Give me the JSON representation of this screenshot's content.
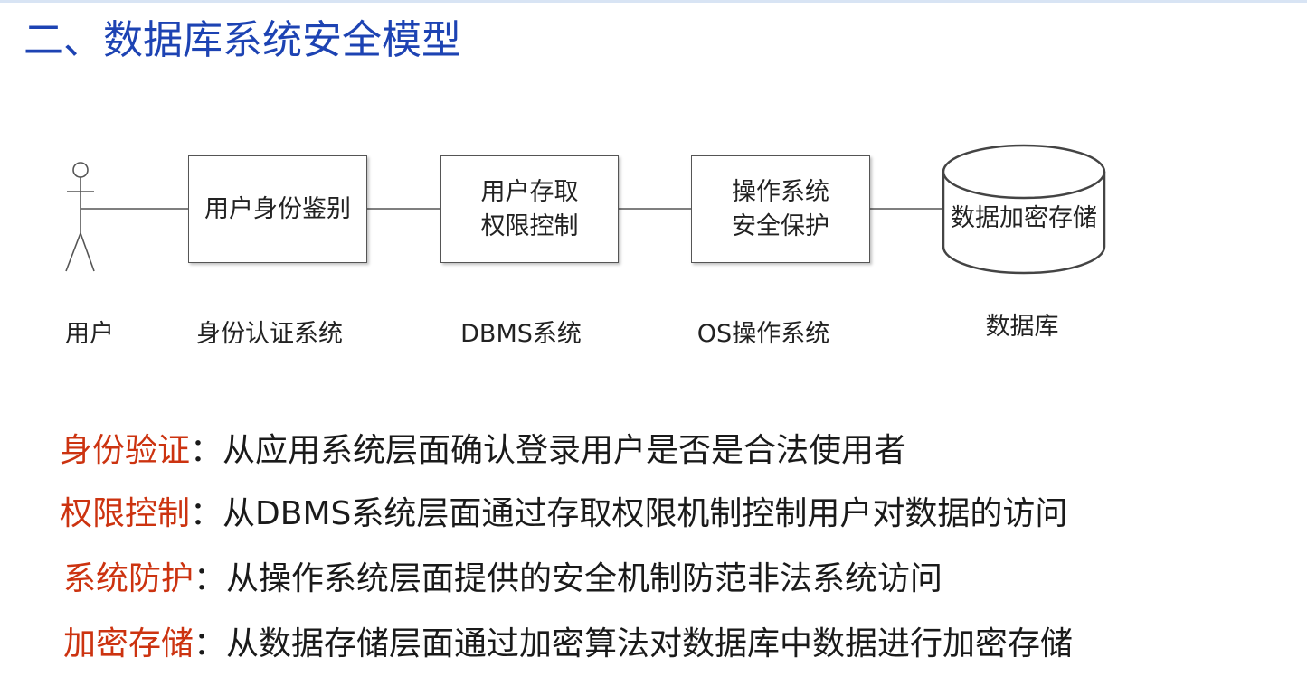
{
  "title": "二、数据库系统安全模型",
  "diagram": {
    "boxes": [
      {
        "lines": [
          "用户身份鉴别"
        ]
      },
      {
        "lines": [
          "用户存取",
          "权限控制"
        ]
      },
      {
        "lines": [
          "操作系统",
          "安全保护"
        ]
      }
    ],
    "database_label": "数据加密存储",
    "captions": [
      "用户",
      "身份认证系统",
      "DBMS系统",
      "OS操作系统",
      "数据库"
    ]
  },
  "descriptions": [
    {
      "term": "身份验证",
      "sep": "：",
      "text": "从应用系统层面确认登录用户是否是合法使用者"
    },
    {
      "term": "权限控制",
      "sep": "：",
      "text": "从DBMS系统层面通过存取权限机制控制用户对数据的访问"
    },
    {
      "term": "系统防护",
      "sep": "：",
      "text": "从操作系统层面提供的安全机制防范非法系统访问"
    },
    {
      "term": "加密存储",
      "sep": "：",
      "text": "从数据存储层面通过加密算法对数据库中数据进行加密存储"
    }
  ],
  "colors": {
    "title": "#1d43b3",
    "term": "#cc3310",
    "text": "#1a1a1a",
    "line": "#555555"
  }
}
